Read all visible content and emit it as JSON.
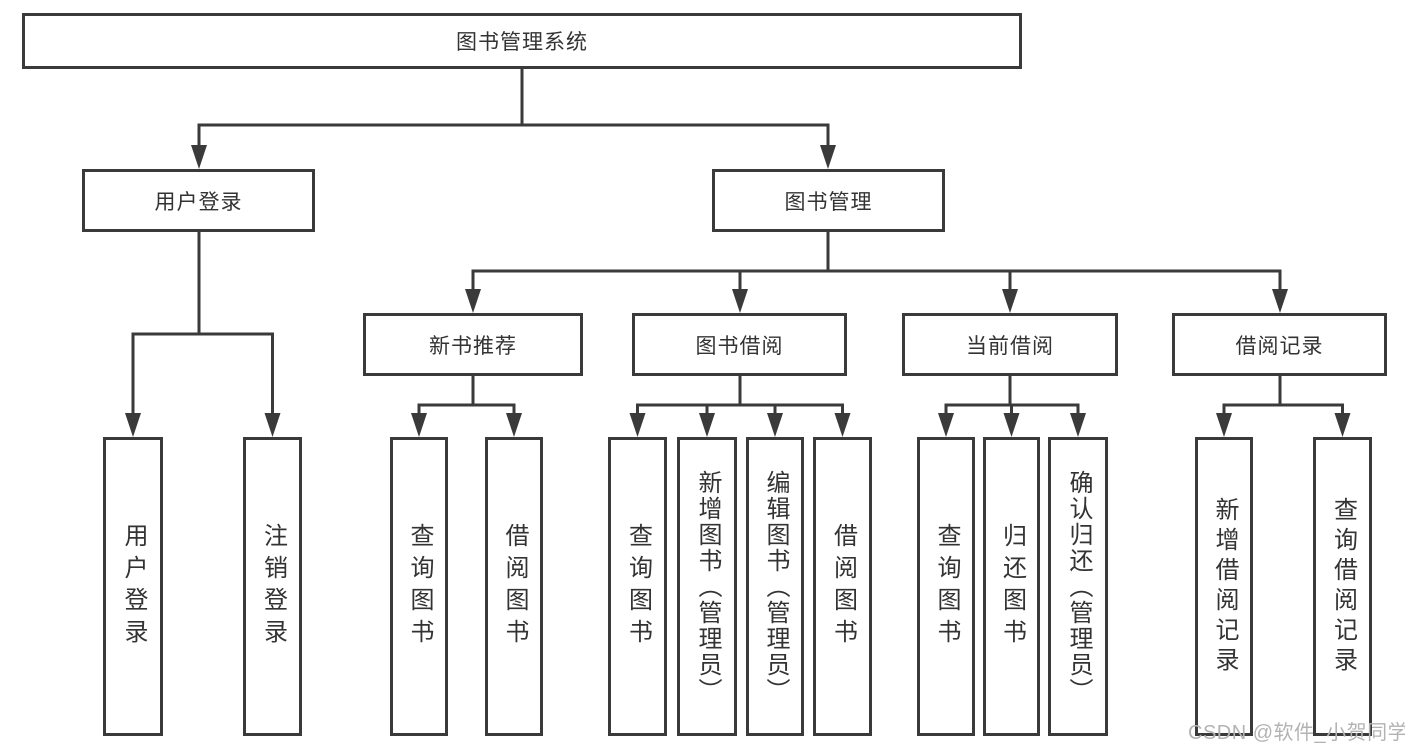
{
  "diagram": {
    "root": {
      "label": "图书管理系统",
      "children": [
        {
          "label": "用户登录",
          "children": [
            {
              "label": "用户登录"
            },
            {
              "label": "注销登录"
            }
          ]
        },
        {
          "label": "图书管理",
          "children": [
            {
              "label": "新书推荐",
              "children": [
                {
                  "label": "查询图书"
                },
                {
                  "label": "借阅图书"
                }
              ]
            },
            {
              "label": "图书借阅",
              "children": [
                {
                  "label": "查询图书"
                },
                {
                  "label": "新增图书（管理员）"
                },
                {
                  "label": "编辑图书（管理员）"
                },
                {
                  "label": "借阅图书"
                }
              ]
            },
            {
              "label": "当前借阅",
              "children": [
                {
                  "label": "查询图书"
                },
                {
                  "label": "归还图书"
                },
                {
                  "label": "确认归还（管理员）"
                }
              ]
            },
            {
              "label": "借阅记录",
              "children": [
                {
                  "label": "新增借阅记录"
                },
                {
                  "label": "查询借阅记录"
                }
              ]
            }
          ]
        }
      ]
    }
  },
  "watermark": {
    "text": "CSDN @软件_小贺同学"
  },
  "colors": {
    "line": "#3a3a3a",
    "box_border": "#3a3a3a",
    "text": "#333333",
    "watermark": "#b3b3b3",
    "background": "#ffffff"
  }
}
